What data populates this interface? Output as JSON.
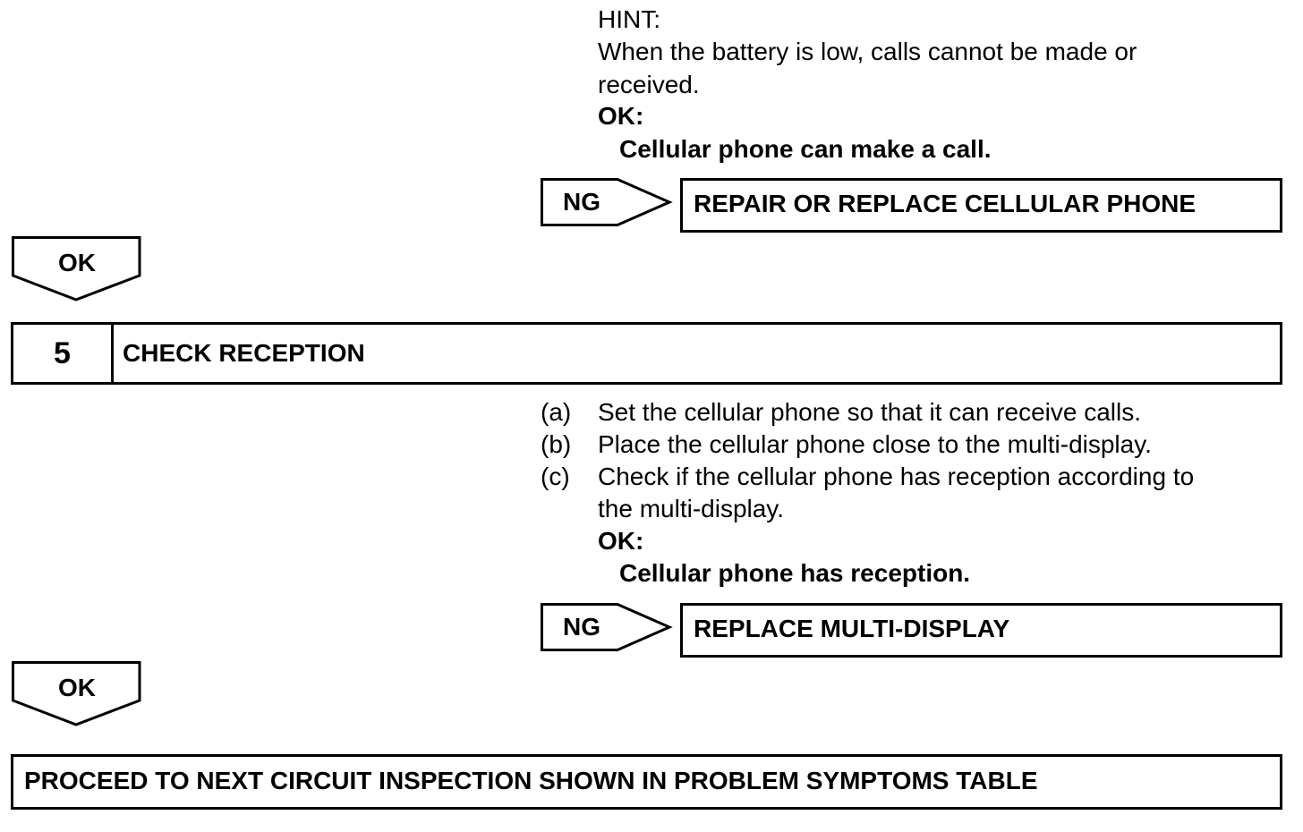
{
  "hint": {
    "title": "HINT:",
    "line1": "When the battery is low, calls cannot be made or",
    "line2": "received."
  },
  "step4_ok": {
    "label": "OK:",
    "text": "Cellular phone can make a call."
  },
  "ng1": {
    "badge": "NG",
    "action": "REPAIR OR REPLACE CELLULAR PHONE"
  },
  "ok_arrow_1": "OK",
  "step5": {
    "number": "5",
    "title": "CHECK RECEPTION",
    "items": [
      {
        "marker": "(a)",
        "text": "Set the cellular phone so that it can receive calls."
      },
      {
        "marker": "(b)",
        "text": "Place the cellular phone close to the multi-display."
      },
      {
        "marker": "(c)",
        "text": "Check if the cellular phone has reception according to",
        "text2": "the multi-display."
      }
    ],
    "ok_label": "OK:",
    "ok_text": "Cellular phone has reception."
  },
  "ng2": {
    "badge": "NG",
    "action": "REPLACE MULTI-DISPLAY"
  },
  "ok_arrow_2": "OK",
  "final": {
    "text": "PROCEED TO NEXT CIRCUIT INSPECTION SHOWN IN PROBLEM SYMPTOMS TABLE"
  }
}
